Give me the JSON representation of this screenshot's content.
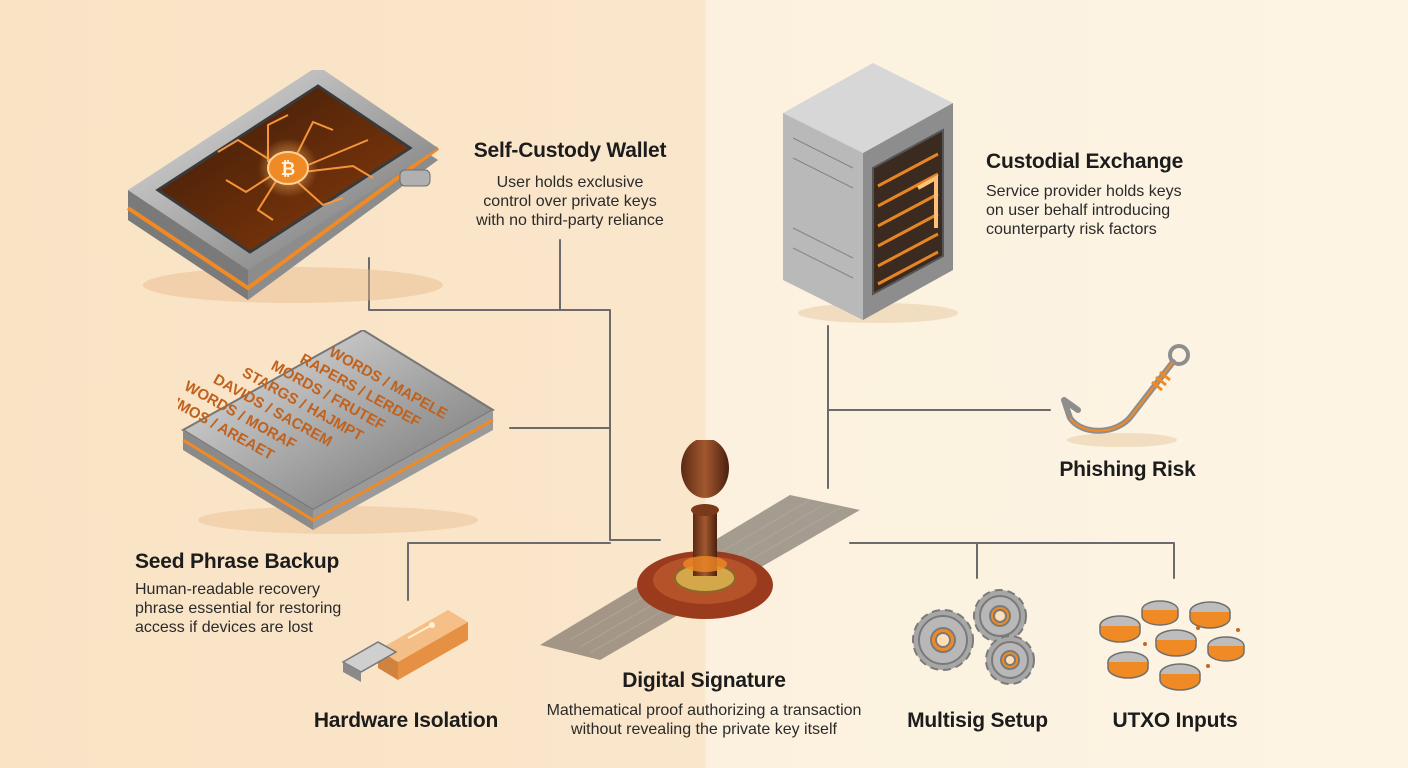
{
  "palette": {
    "accent_orange": "#f08a24",
    "glow": "#ffb45a",
    "steel": "#a9a9a9",
    "wax": "#9a3b1d",
    "line": "#666666"
  },
  "nodes": {
    "self_custody": {
      "title": "Self-Custody Wallet",
      "desc": [
        "User holds exclusive",
        "control over private keys",
        "with no third-party reliance"
      ],
      "icon": "hardware-wallet-icon"
    },
    "custodial": {
      "title": "Custodial Exchange",
      "desc": [
        "Service provider holds keys",
        "on user behalf introducing",
        "counterparty risk factors"
      ],
      "icon": "server-rack-icon"
    },
    "seed": {
      "title": "Seed Phrase Backup",
      "desc": [
        "Human-readable recovery",
        "phrase essential for restoring",
        "access if devices are lost"
      ],
      "icon": "metal-plate-icon",
      "plate_words": [
        "WORDS / MAPELE",
        "RAPERS / LERDEF",
        "MORDS / FRUTEF",
        "STARGS / HAJMPT",
        "DAVIDS / SACREM",
        "WORDS / MORAF",
        "PRIMOS / AREAET"
      ]
    },
    "phishing": {
      "title": "Phishing Risk",
      "icon": "fish-hook-icon"
    },
    "signature": {
      "title": "Digital Signature",
      "desc": [
        "Mathematical proof authorizing a transaction",
        "without revealing the private key itself"
      ],
      "icon": "wax-seal-stamp-icon"
    },
    "hardware": {
      "title": "Hardware Isolation",
      "icon": "usb-drive-icon"
    },
    "multisig": {
      "title": "Multisig Setup",
      "icon": "gears-icon"
    },
    "utxo": {
      "title": "UTXO Inputs",
      "icon": "coin-fragments-icon"
    }
  }
}
